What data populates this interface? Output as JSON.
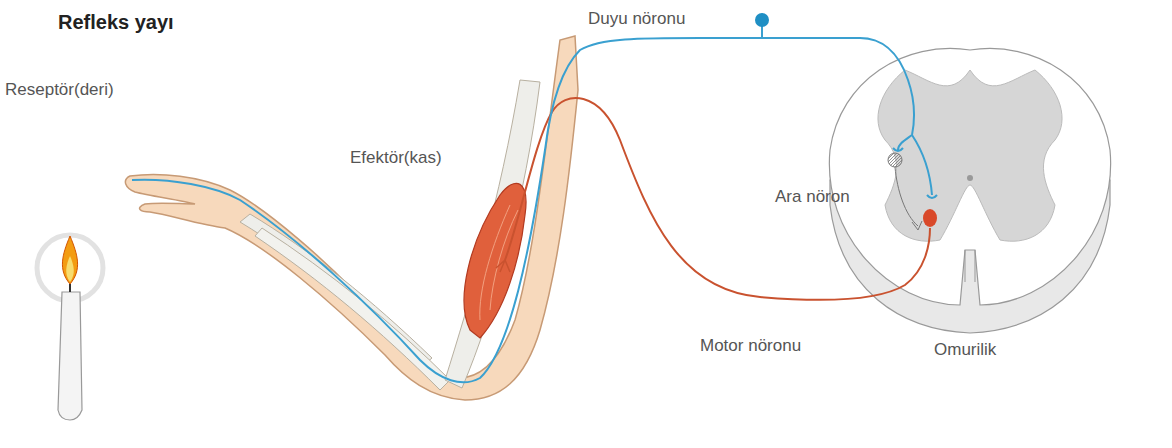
{
  "diagram": {
    "title": "Refleks yayı",
    "labels": [
      "Reseptör(deri)",
      "Duyu nöronu",
      "Efektör(kas)",
      "Ara nöron",
      "Motor nöronu",
      "Omurilik"
    ]
  }
}
